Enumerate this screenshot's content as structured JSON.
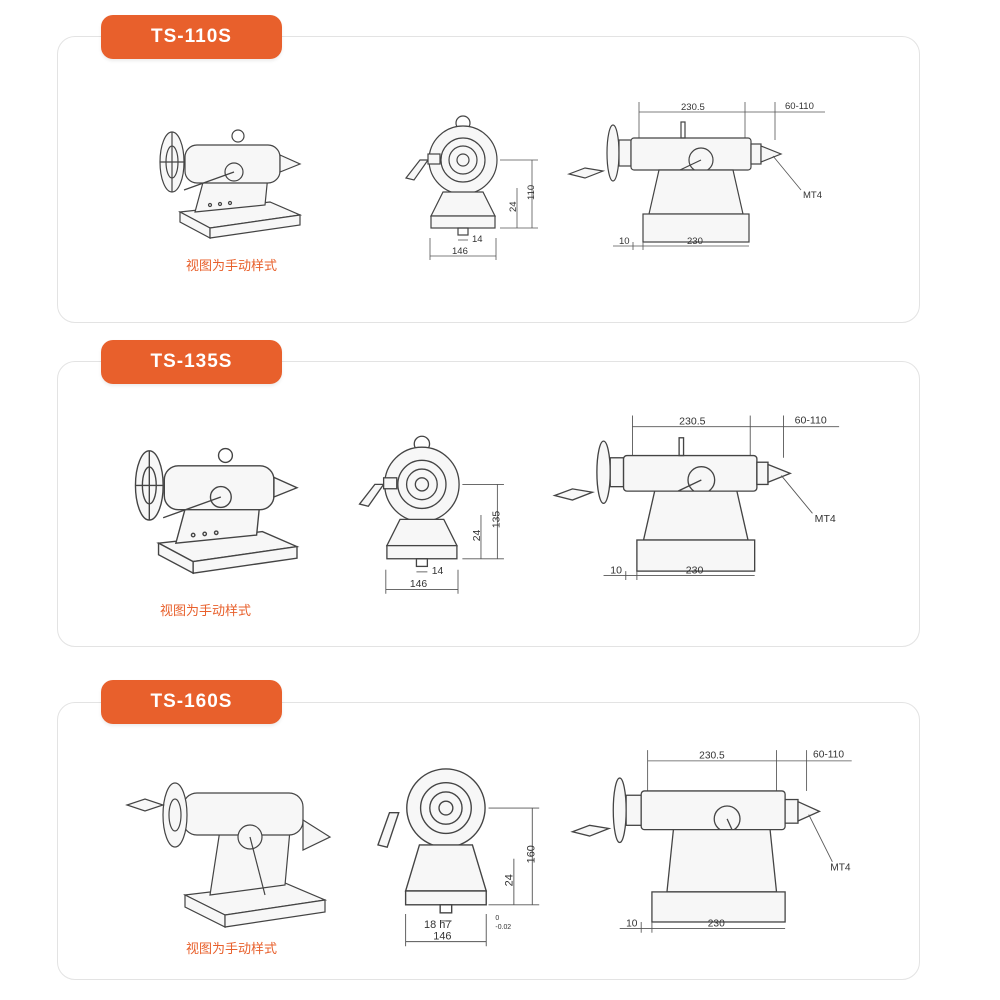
{
  "sections": [
    {
      "model": "TS-110S",
      "caption": "视图为手动样式",
      "dims": {
        "length": "230.5",
        "travel": "60-110",
        "taper": "MT4",
        "offset": "10",
        "base": "230",
        "height": "110",
        "slot": "24",
        "key": "14",
        "width": "146"
      }
    },
    {
      "model": "TS-135S",
      "caption": "视图为手动样式",
      "dims": {
        "length": "230.5",
        "travel": "60-110",
        "taper": "MT4",
        "offset": "10",
        "base": "230",
        "height": "135",
        "slot": "24",
        "key": "14",
        "width": "146"
      }
    },
    {
      "model": "TS-160S",
      "caption": "视图为手动样式",
      "dims": {
        "length": "230.5",
        "travel": "60-110",
        "taper": "MT4",
        "offset": "10",
        "base": "230",
        "height": "160",
        "slot": "24",
        "key": "18 h7",
        "tol_upper": "0",
        "tol_lower": "-0.02",
        "width": "146"
      }
    }
  ],
  "colors": {
    "accent": "#e8602c",
    "border": "#e3e3e3",
    "line": "#444444"
  }
}
